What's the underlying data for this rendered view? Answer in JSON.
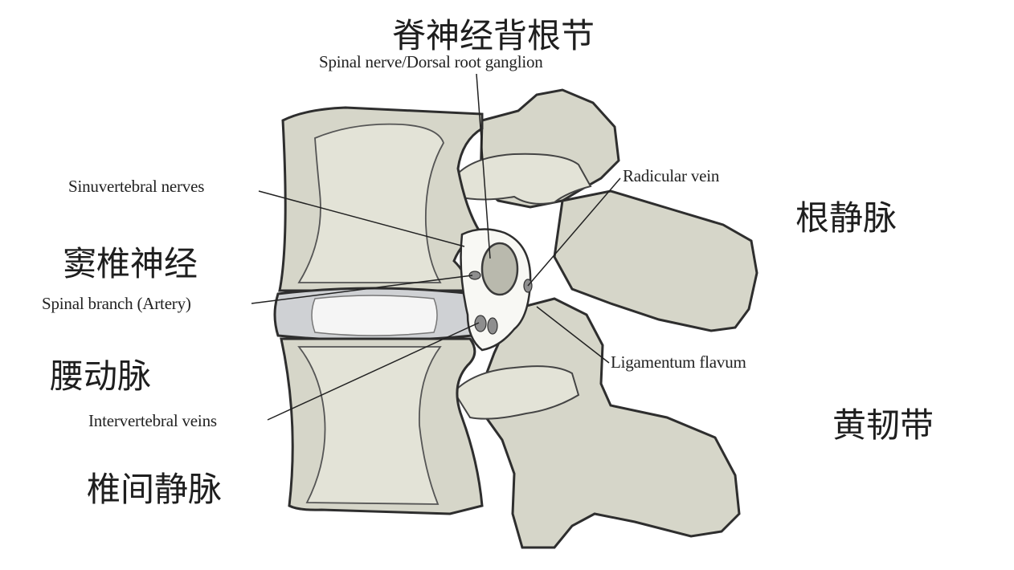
{
  "colors": {
    "bone_fill": "#d6d6c9",
    "bone_outline": "#2e2e2e",
    "cancellous_fill": "#e3e3d7",
    "disc_fill": "#cfd1d4",
    "disc_highlight": "#f5f5f5",
    "foramen_fill": "#f8f8f4",
    "ganglion_fill": "#b9b9ad",
    "vessel_fill": "#8e8e8e",
    "text_color": "#222222"
  },
  "labels": {
    "spinal_nerve_cn": "脊神经背根节",
    "spinal_nerve_en": "Spinal nerve/Dorsal root ganglion",
    "sinuvertebral_en": "Sinuvertebral nerves",
    "sinuvertebral_cn": "窦椎神经",
    "spinal_branch_en": "Spinal branch (Artery)",
    "lumbar_artery_cn": "腰动脉",
    "intervertebral_veins_en": "Intervertebral veins",
    "intervertebral_veins_cn": "椎间静脉",
    "radicular_vein_en": "Radicular vein",
    "radicular_vein_cn": "根静脉",
    "ligamentum_flavum_en": "Ligamentum flavum",
    "ligamentum_flavum_cn": "黄韧带"
  }
}
